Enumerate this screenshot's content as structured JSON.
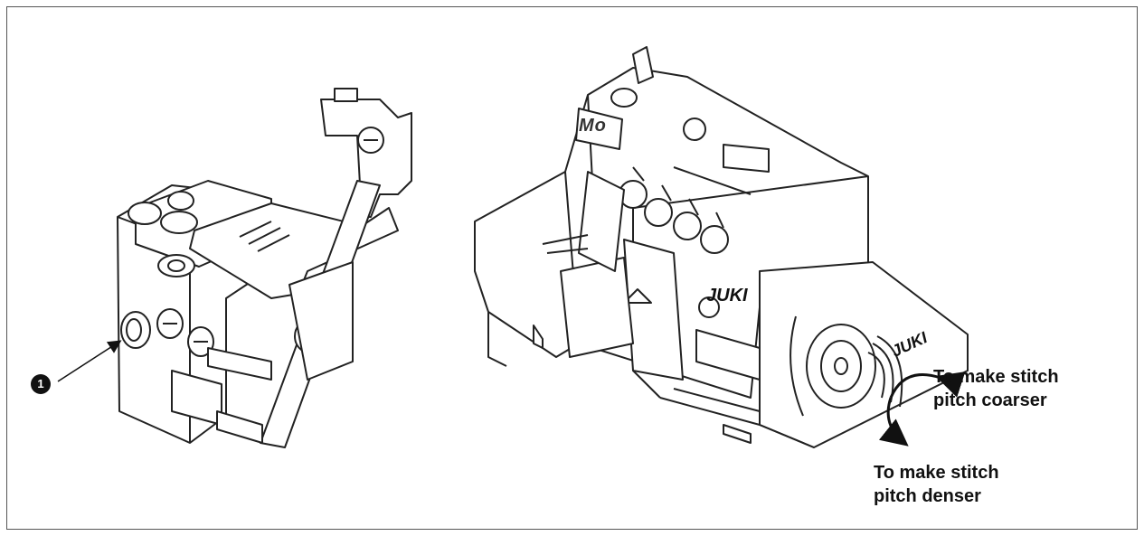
{
  "callout": {
    "number": "1"
  },
  "brand": {
    "logo_text": "JUKI",
    "model_badge": "Mo"
  },
  "annotations": {
    "coarser_line1": "To make stitch",
    "coarser_line2": "pitch coarser",
    "denser_line1": "To make stitch",
    "denser_line2": "pitch denser"
  },
  "colors": {
    "line": "#222222",
    "fill": "#ffffff",
    "shade": "#cccccc"
  }
}
